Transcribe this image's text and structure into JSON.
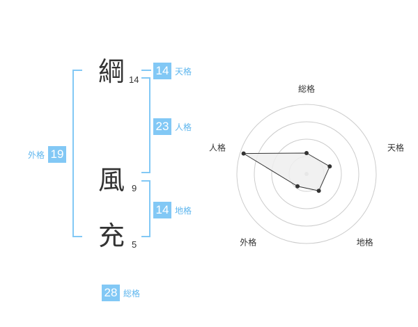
{
  "name": {
    "characters": [
      {
        "char": "綱",
        "strokes": "14"
      },
      {
        "char": "風",
        "strokes": "9"
      },
      {
        "char": "充",
        "strokes": "5"
      }
    ]
  },
  "kakusu": {
    "tenkaku": {
      "value": "14",
      "label": "天格"
    },
    "jinkaku": {
      "value": "23",
      "label": "人格"
    },
    "chikaku": {
      "value": "14",
      "label": "地格"
    },
    "gaikaku": {
      "value": "19",
      "label": "外格"
    },
    "soukaku": {
      "value": "28",
      "label": "総格"
    }
  },
  "radar": {
    "axes": [
      "総格",
      "天格",
      "地格",
      "外格",
      "人格"
    ],
    "values": [
      0.3,
      0.35,
      0.3,
      0.22,
      0.95
    ],
    "rings": 4,
    "colors": {
      "ring": "#cccccc",
      "fill": "#eeeeee",
      "line": "#333333",
      "center": "#bbbbbb"
    }
  },
  "colors": {
    "accent": "#82c8f5",
    "accent_text": "#5eb6ee",
    "text": "#333333"
  }
}
